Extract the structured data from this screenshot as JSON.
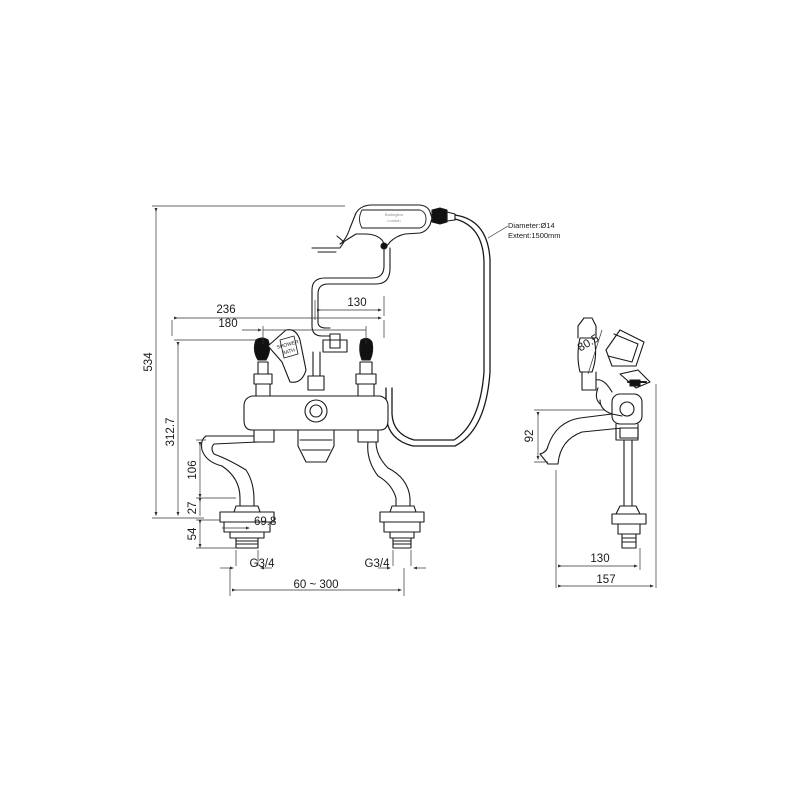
{
  "drawing": {
    "front_view": {
      "dims": {
        "overall_height": "534",
        "inlet_height": "312.7",
        "leg_height": "106",
        "flange_height": "27",
        "tail_length": "54",
        "flange_width": "69.8",
        "outer_width": "236",
        "handle_centres": "180",
        "shower_offset": "130",
        "thread_left": "G3/4",
        "thread_right": "G3/4",
        "centres_range": "60 ~ 300"
      },
      "hose_note": {
        "diameter": "Diameter:Ø14",
        "extent": "Extent:1500mm"
      },
      "handset_brand": {
        "name": "Burlington",
        "city": "London"
      },
      "handle_label": {
        "line1": "SHOWER",
        "line2": "BATH"
      }
    },
    "side_view": {
      "dims": {
        "lever_angle": "80.5",
        "spout_height": "92",
        "spout_reach": "130",
        "overall_depth": "157"
      }
    },
    "colors": {
      "line": "#1a1a1a",
      "dimension_line": "#333333",
      "background": "#ffffff"
    }
  }
}
